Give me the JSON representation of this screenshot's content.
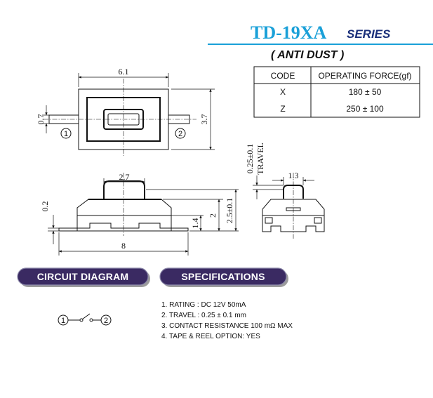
{
  "header": {
    "model": "TD-19XA",
    "series": "SERIES",
    "subtitle": "( ANTI DUST )",
    "accent_color": "#1aa0d8"
  },
  "force_table": {
    "headers": [
      "CODE",
      "OPERATING FORCE(gf)"
    ],
    "rows": [
      {
        "code": "X",
        "force": "180 ± 50"
      },
      {
        "code": "Z",
        "force": "250 ± 100"
      }
    ]
  },
  "dimensions": {
    "top_width": "6.1",
    "pin_width": "0.7",
    "body_height": "3.7",
    "pin_1": "1",
    "pin_2": "2",
    "actuator_width": "2.7",
    "base_thickness": "0.2",
    "height_1": "1.4",
    "height_2": "2",
    "total_height": "2.5±0.1",
    "total_length": "8",
    "travel_value": "0.25±0.1",
    "travel_label": "TRAVEL",
    "stem_width": "1.3"
  },
  "sections": {
    "circuit_title": "CIRCUIT DIAGRAM",
    "spec_title": "SPECIFICATIONS",
    "pill_color": "#3a2a62"
  },
  "circuit": {
    "node_1": "1",
    "node_2": "2"
  },
  "specifications": [
    "1. RATING : DC 12V  50mA",
    "2. TRAVEL : 0.25 ± 0.1 mm",
    "3. CONTACT RESISTANCE 100 mΩ MAX",
    "4. TAPE & REEL OPTION: YES"
  ]
}
